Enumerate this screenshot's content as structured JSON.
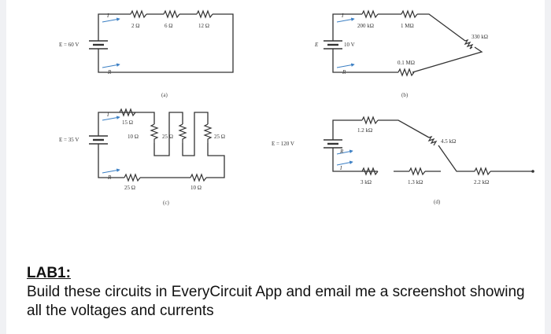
{
  "labels": {
    "a_r1": "2 Ω",
    "a_r2": "6 Ω",
    "a_r3": "12 Ω",
    "a_source": "E = 60 V",
    "a_it": "I",
    "a_rt": "R",
    "a_caption": "(a)",
    "b_r1": "200 kΩ",
    "b_r2": "1 MΩ",
    "b_r3": "330 kΩ",
    "b_r4": "0.1 MΩ",
    "b_source": "E",
    "b_volt": "10 V",
    "b_it": "I",
    "b_rt": "R",
    "b_caption": "(b)",
    "c_r1": "15 Ω",
    "c_r2": "10 Ω",
    "c_r3": "25 Ω",
    "c_r4": "25 Ω",
    "c_r5": "25 Ω",
    "c_r6": "10 Ω",
    "c_source": "E = 35 V",
    "c_it": "I",
    "c_rt": "R",
    "c_caption": "(c)",
    "d_r1": "1.2 kΩ",
    "d_r2": "4.5 kΩ",
    "d_r3": "3 kΩ",
    "d_r4": "1.3 kΩ",
    "d_r5": "2.2 kΩ",
    "d_source": "E = 120 V",
    "d_it": "I",
    "d_rt": "R",
    "d_caption": "(d)"
  },
  "lab": {
    "title": "LAB1:",
    "body": "Build these circuits in EveryCircuit App and email me a screenshot showing all the voltages and currents"
  }
}
